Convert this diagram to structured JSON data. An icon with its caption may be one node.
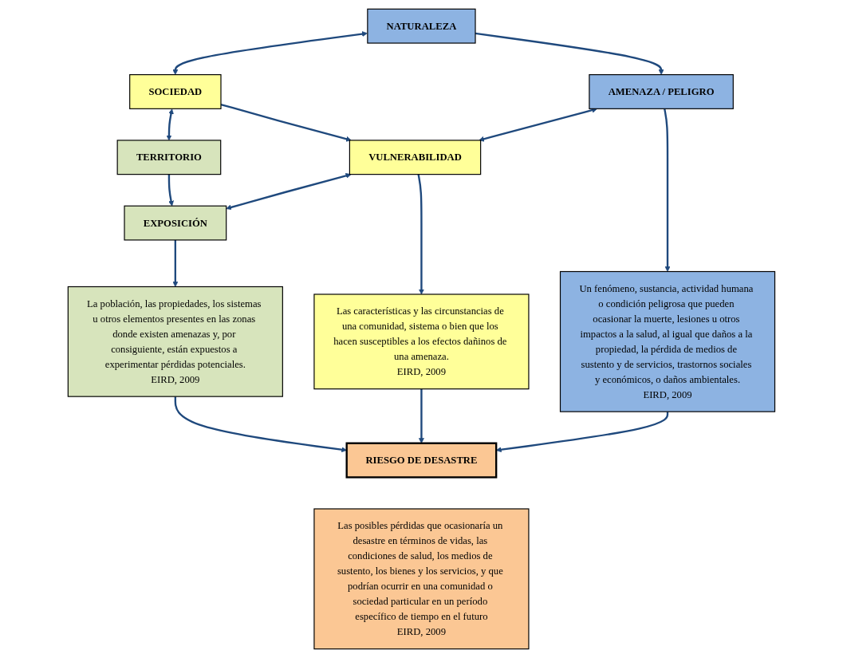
{
  "diagram": {
    "nodes": [
      {
        "text": [
          "NATURALEZA"
        ]
      },
      {
        "text": [
          "SOCIEDAD"
        ]
      },
      {
        "text": [
          "TERRITORIO"
        ]
      },
      {
        "text": [
          "AMENAZA / PELIGRO"
        ]
      },
      {
        "text": [
          "VULNERABILIDAD"
        ]
      },
      {
        "text": [
          "EXPOSICIÓN"
        ]
      },
      {
        "text": [
          "Un fenómeno, sustancia, actividad humana o condición peligrosa que pueden ocasionar la muerte, lesiones u otros impactos a la salud, al igual que daños a la propiedad, la pérdida de medios de sustento y de servicios, trastornos sociales y económicos, o daños ambientales.",
          "EIRD, 2009"
        ]
      },
      {
        "text": [
          "Las características y las circunstancias de una comunidad, sistema o bien que los hacen susceptibles a los efectos dañinos de una amenaza.",
          "EIRD, 2009"
        ]
      },
      {
        "text": [
          "La población, las propiedades, los sistemas u otros elementos presentes en las zonas donde existen amenazas y, por consiguiente, están expuestos a experimentar pérdidas potenciales.",
          "EIRD, 2009"
        ]
      },
      {
        "text": [
          "RIESGO DE DESASTRE"
        ]
      },
      {
        "text": [
          "Las posibles pérdidas que ocasionaría un desastre en términos de vidas, las condiciones de salud, los medios de sustento, los bienes y los servicios, y que podrían ocurrir en una comunidad o sociedad particular en un período específico de tiempo en el futuro",
          "EIRD, 2009"
        ]
      }
    ],
    "edges": [
      {
        "from": 0,
        "to": 1,
        "arrow": "both"
      },
      {
        "from": 1,
        "to": 2,
        "arrow": "both"
      },
      {
        "from": 0,
        "to": 3,
        "arrow": "to"
      },
      {
        "from": 1,
        "to": 4,
        "arrow": "to"
      },
      {
        "from": 2,
        "to": 5,
        "arrow": "to"
      },
      {
        "from": 3,
        "to": 4,
        "arrow": "both"
      },
      {
        "from": 4,
        "to": 5,
        "arrow": "both"
      },
      {
        "from": 3,
        "to": 6,
        "arrow": "to"
      },
      {
        "from": 4,
        "to": 7,
        "arrow": "to"
      },
      {
        "from": 5,
        "to": 8,
        "arrow": "to"
      },
      {
        "from": 6,
        "to": 9,
        "arrow": "to"
      },
      {
        "from": 7,
        "to": 9,
        "arrow": "to"
      },
      {
        "from": 8,
        "to": 9,
        "arrow": "to"
      }
    ]
  }
}
